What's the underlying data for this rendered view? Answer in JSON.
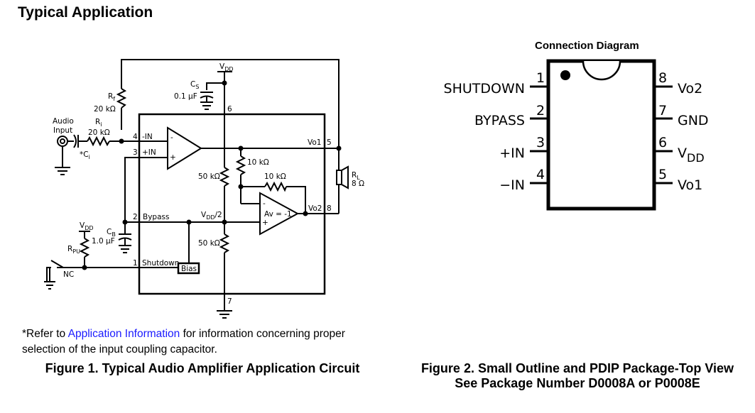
{
  "page": {
    "section_title": "Typical Application",
    "footnote_prefix": "*Refer to ",
    "footnote_link": "Application Information",
    "footnote_suffix": " for information concerning proper selection of the input coupling capacitor.",
    "figure1_caption": "Figure 1. Typical Audio Amplifier Application Circuit",
    "figure2_caption_line1": "Figure 2.  Small Outline and PDIP Package-Top View",
    "figure2_caption_line2": "See Package Number D0008A or P0008E",
    "connection_diagram_title": "Connection Diagram"
  },
  "schematic": {
    "labels": {
      "audio_input_1": "Audio",
      "audio_input_2": "Input",
      "ri": "R",
      "ri_sub": "i",
      "ri_value": "20 kΩ",
      "ci": "*C",
      "ci_sub": "i",
      "rf": "R",
      "rf_sub": "f",
      "rf_value": "20 kΩ",
      "vdd": "V",
      "vdd_sub": "DD",
      "cs": "C",
      "cs_sub": "S",
      "cs_value": "0.1 μF",
      "pin6": "6",
      "pin7": "7",
      "pin4": "4",
      "pin4_name": "-IN",
      "pin3": "3",
      "pin3_name": "+IN",
      "pin2": "2",
      "pin2_name": "Bypass",
      "pin1": "1",
      "pin1_name": "Shutdown",
      "pin5": "5",
      "pin8": "8",
      "vo1": "Vo1",
      "vo2": "Vo2",
      "r50_top": "50 kΩ",
      "r50_bot": "50 kΩ",
      "r10_a": "10 kΩ",
      "r10_b": "10 kΩ",
      "vdd_half": "/2",
      "av": "Av = -1",
      "bias": "Bias",
      "cb": "C",
      "cb_sub": "B",
      "cb_value": "1.0 μF",
      "rpu": "R",
      "rpu_sub": "PU",
      "nc": "NC",
      "rl": "R",
      "rl_sub": "L",
      "rl_value": "8 Ω",
      "minus": "-",
      "plus": "+"
    }
  },
  "package": {
    "left_pins": [
      {
        "num": "1",
        "name": "SHUTDOWN"
      },
      {
        "num": "2",
        "name": "BYPASS"
      },
      {
        "num": "3",
        "name": "+IN"
      },
      {
        "num": "4",
        "name": "−IN"
      }
    ],
    "right_pins": [
      {
        "num": "8",
        "name": "Vo2"
      },
      {
        "num": "7",
        "name": "GND"
      },
      {
        "num": "6",
        "name": "V",
        "sub": "DD"
      },
      {
        "num": "5",
        "name": "Vo1"
      }
    ]
  }
}
